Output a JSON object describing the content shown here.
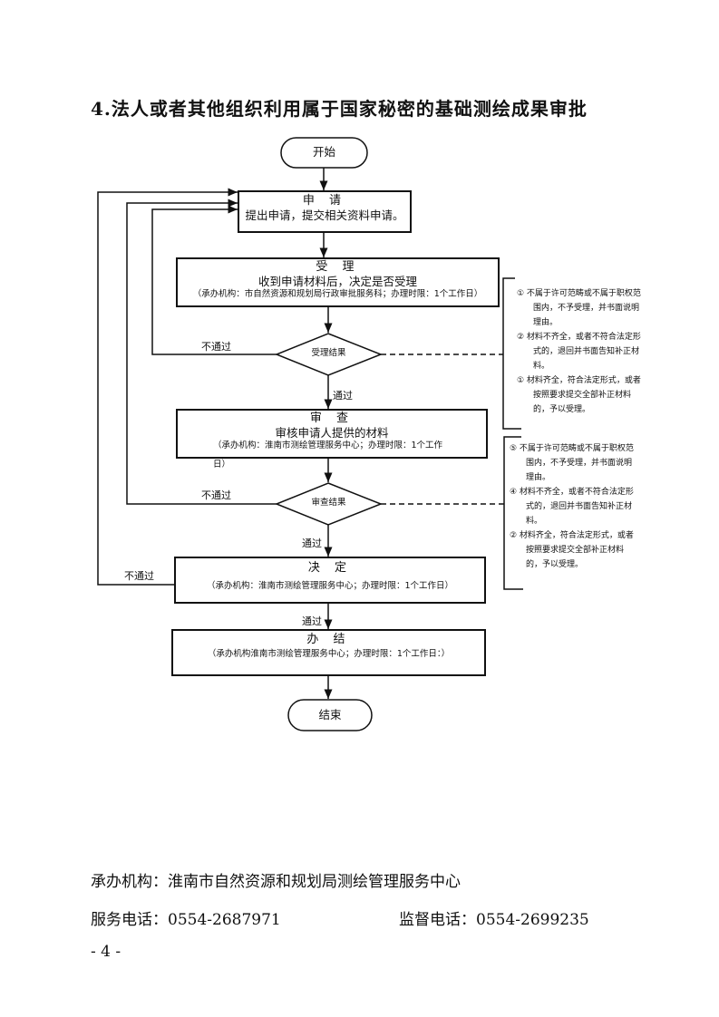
{
  "title": "4.法人或者其他组织利用属于国家秘密的基础测绘成果审批",
  "flow": {
    "start": "开始",
    "apply": {
      "heading": "申 请",
      "text": "提出申请，提交相关资料申请。"
    },
    "accept": {
      "heading": "受 理",
      "text": "收到申请材料后，决定是否受理",
      "note": "（承办机构：市自然资源和规划局行政审批服务科；办理时限：1个工作日）"
    },
    "accept_decision": "受理结果",
    "review": {
      "heading": "审 查",
      "text": "审核申请人提供的材料",
      "note": "（承办机构：淮南市测绘管理服务中心；办理时限：1个工作",
      "note_overflow": "日）"
    },
    "review_decision": "审查结果",
    "decide": {
      "heading": "决 定",
      "note": "（承办机构：淮南市测绘管理服务中心；办理时限：1个工作日）"
    },
    "finish": {
      "heading": "办 结",
      "note": "（承办机构淮南市测绘管理服务中心；办理时限：1个工作日：）"
    },
    "end": "结束",
    "labels": {
      "pass": "通过",
      "fail": "不通过"
    },
    "accept_notes": [
      "① 不属于许可范畴或不属于职权范围内，不予受理，并书面说明理由。",
      "② 材料不齐全，或者不符合法定形式的，退回并书面告知补正材料。",
      "① 材料齐全，符合法定形式，或者按照要求提交全部补正材料的，予以受理。"
    ],
    "review_notes": [
      "⑤ 不属于许可范畴或不属于职权范围内，不予受理，并书面说明理由。",
      "④ 材料不齐全，或者不符合法定形式的，退回并书面告知补正材料。",
      "② 材料齐全，符合法定形式，或者按照要求提交全部补正材料的，予以受理。"
    ]
  },
  "footer": {
    "agency": "承办机构：淮南市自然资源和规划局测绘管理服务中心",
    "service_phone": "服务电话：0554-2687971",
    "supervise_phone": "监督电话：0554-2699235",
    "page": "- 4 -"
  }
}
